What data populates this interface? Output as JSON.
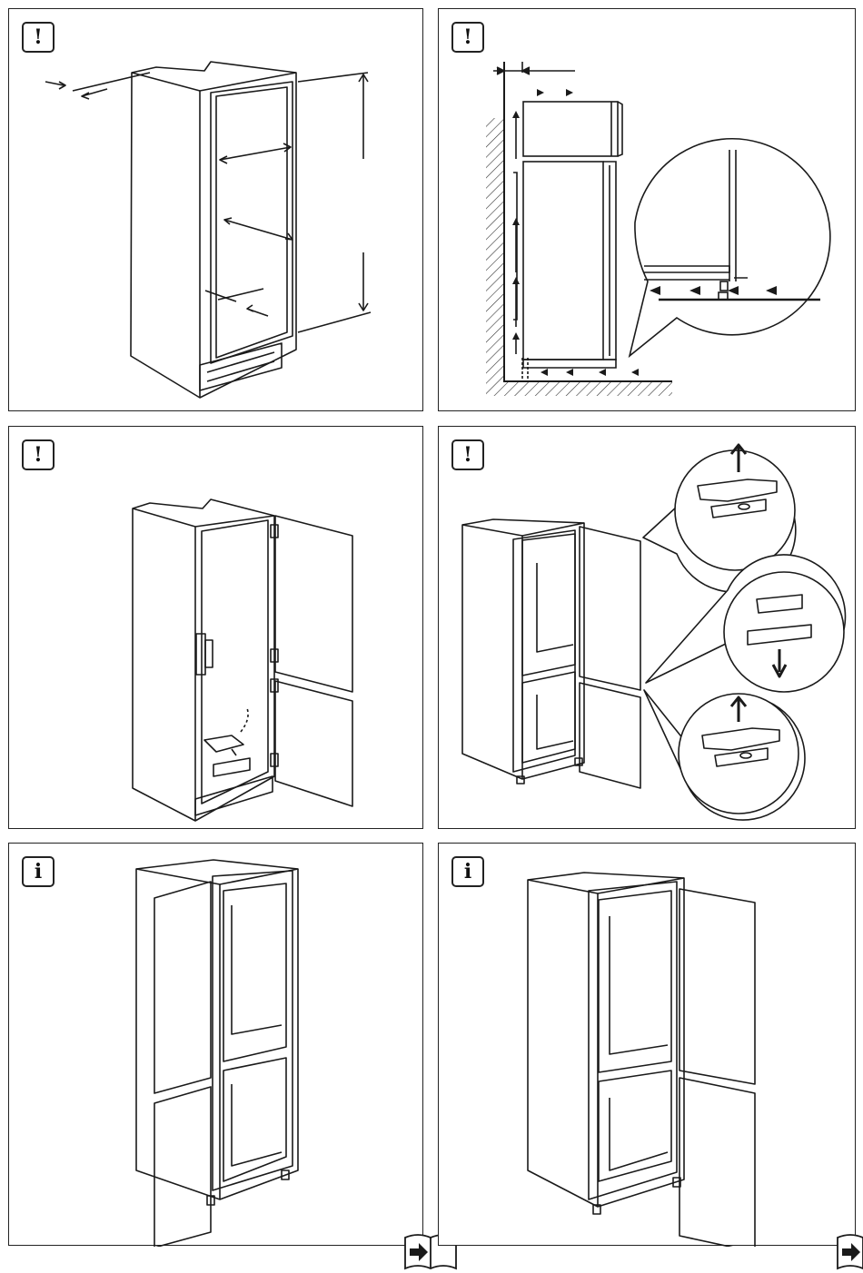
{
  "panels": [
    {
      "id": 1,
      "badge": "!",
      "badge_icon": "warning-icon",
      "figure": "niche-dimensions"
    },
    {
      "id": 2,
      "badge": "!",
      "badge_icon": "warning-icon",
      "figure": "ventilation-airflow"
    },
    {
      "id": 3,
      "badge": "!",
      "badge_icon": "warning-icon",
      "figure": "appliance-doors-open-hinges"
    },
    {
      "id": 4,
      "badge": "!",
      "badge_icon": "warning-icon",
      "figure": "hinge-details"
    },
    {
      "id": 5,
      "badge": "i",
      "badge_icon": "info-icon",
      "figure": "doors-open-left",
      "book_icon": "manual-book-icon"
    },
    {
      "id": 6,
      "badge": "i",
      "badge_icon": "info-icon",
      "figure": "doors-open-right",
      "book_icon": "manual-book-icon"
    }
  ],
  "colors": {
    "line": "#1a1a1a",
    "hatch": "#333333",
    "background": "#ffffff"
  }
}
